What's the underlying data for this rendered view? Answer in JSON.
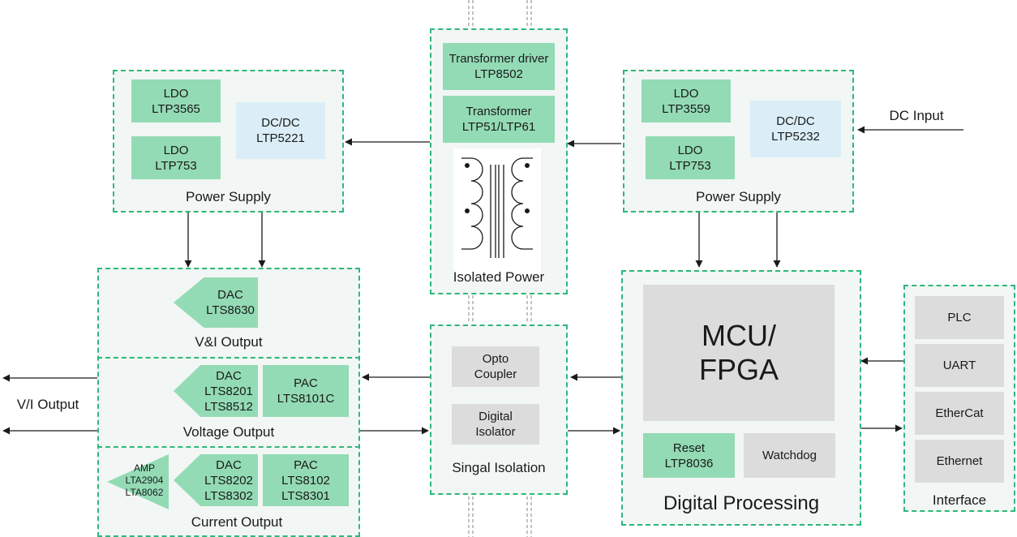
{
  "left_power": {
    "title": "Power Supply",
    "ldo1": [
      "LDO",
      "LTP3565"
    ],
    "ldo2": [
      "LDO",
      "LTP753"
    ],
    "dcdc": [
      "DC/DC",
      "LTP5221"
    ]
  },
  "right_power": {
    "title": "Power Supply",
    "ldo1": [
      "LDO",
      "LTP3559"
    ],
    "ldo2": [
      "LDO",
      "LTP753"
    ],
    "dcdc": [
      "DC/DC",
      "LTP5232"
    ]
  },
  "isolated_power": {
    "title": "Isolated Power",
    "driver": [
      "Transformer driver",
      "LTP8502"
    ],
    "transformer": [
      "Transformer",
      "LTP51/LTP61"
    ]
  },
  "vi_output_block": {
    "title": "V&I Output",
    "dac": [
      "DAC",
      "LTS8630"
    ]
  },
  "voltage_output": {
    "title": "Voltage Output",
    "dac": [
      "DAC",
      "LTS8201",
      "LTS8512"
    ],
    "pac": [
      "PAC",
      "LTS8101C"
    ]
  },
  "current_output": {
    "title": "Current Output",
    "amp": [
      "AMP",
      "LTA2904",
      "LTA8062"
    ],
    "dac": [
      "DAC",
      "LTS8202",
      "LTS8302"
    ],
    "pac": [
      "PAC",
      "LTS8102",
      "LTS8301"
    ]
  },
  "signal_isolation": {
    "title": "Singal Isolation",
    "opto": [
      "Opto",
      "Coupler"
    ],
    "digital": [
      "Digital",
      "Isolator"
    ]
  },
  "digital_processing": {
    "title": "Digital Processing",
    "mcu": [
      "MCU/",
      "FPGA"
    ],
    "reset": [
      "Reset",
      "LTP8036"
    ],
    "watchdog": "Watchdog"
  },
  "interface": {
    "title": "Interface",
    "items": [
      "PLC",
      "UART",
      "EtherCat",
      "Ethernet"
    ]
  },
  "dc_input": "DC Input",
  "vi_output": "V/I Output"
}
